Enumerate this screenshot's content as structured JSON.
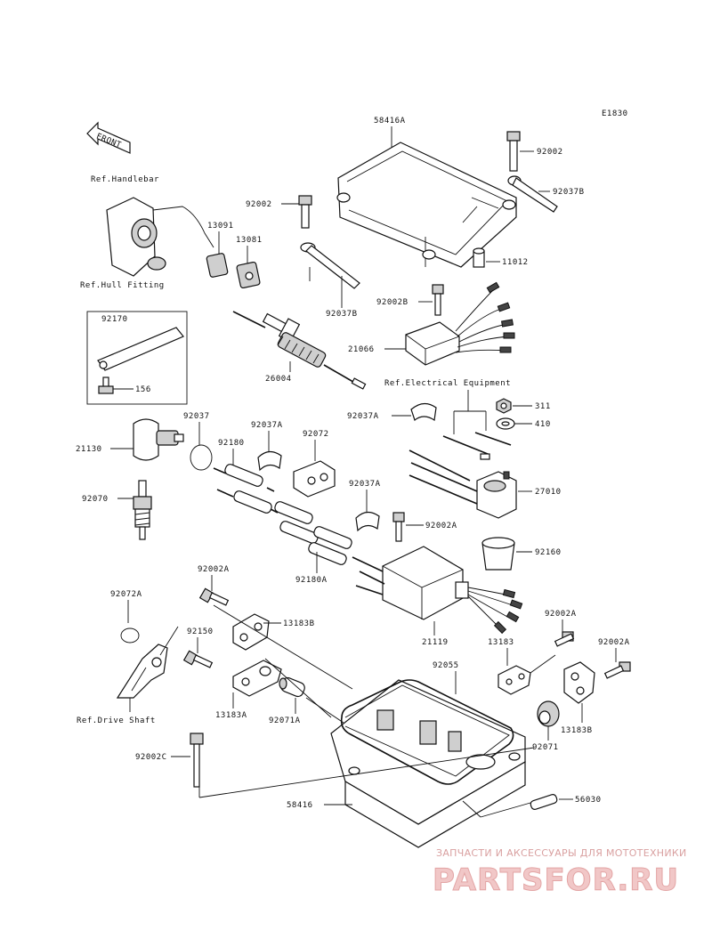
{
  "diagram_code": "E1830",
  "front_label": "FRONT",
  "refs": {
    "handlebar": "Ref.Handlebar",
    "hull_fitting": "Ref.Hull Fitting",
    "electrical_equipment": "Ref.Electrical Equipment",
    "drive_shaft": "Ref.Drive Shaft"
  },
  "parts": {
    "p58416A": "58416A",
    "p92002_top_right": "92002",
    "p92037B_right": "92037B",
    "p92002_left": "92002",
    "p13091": "13091",
    "p13081": "13081",
    "p11012": "11012",
    "p92037B_mid": "92037B",
    "p92002B": "92002B",
    "p21066": "21066",
    "p92170": "92170",
    "p156": "156",
    "p26004": "26004",
    "p311": "311",
    "p410": "410",
    "p92037A_right": "92037A",
    "p21130": "21130",
    "p92037": "92037",
    "p92037A_mid": "92037A",
    "p92072": "92072",
    "p92180": "92180",
    "p27010": "27010",
    "p92037A_low": "92037A",
    "p92070": "92070",
    "p92002A_mid": "92002A",
    "p92160": "92160",
    "p92180A": "92180A",
    "p92002A_left": "92002A",
    "p92072A": "92072A",
    "p13183B_left": "13183B",
    "p21119": "21119",
    "p92002A_right1": "92002A",
    "p92150": "92150",
    "p13183": "13183",
    "p92002A_right2": "92002A",
    "p92055": "92055",
    "p13183A": "13183A",
    "p92071A": "92071A",
    "p92071": "92071",
    "p13183B_right": "13183B",
    "p92002C": "92002C",
    "p58416": "58416",
    "p56030": "56030"
  },
  "watermark": {
    "tagline": "ЗАПЧАСТИ И АКСЕССУАРЫ ДЛЯ МОТОТЕХНИКИ",
    "brand": "PARTSFOR.RU"
  }
}
